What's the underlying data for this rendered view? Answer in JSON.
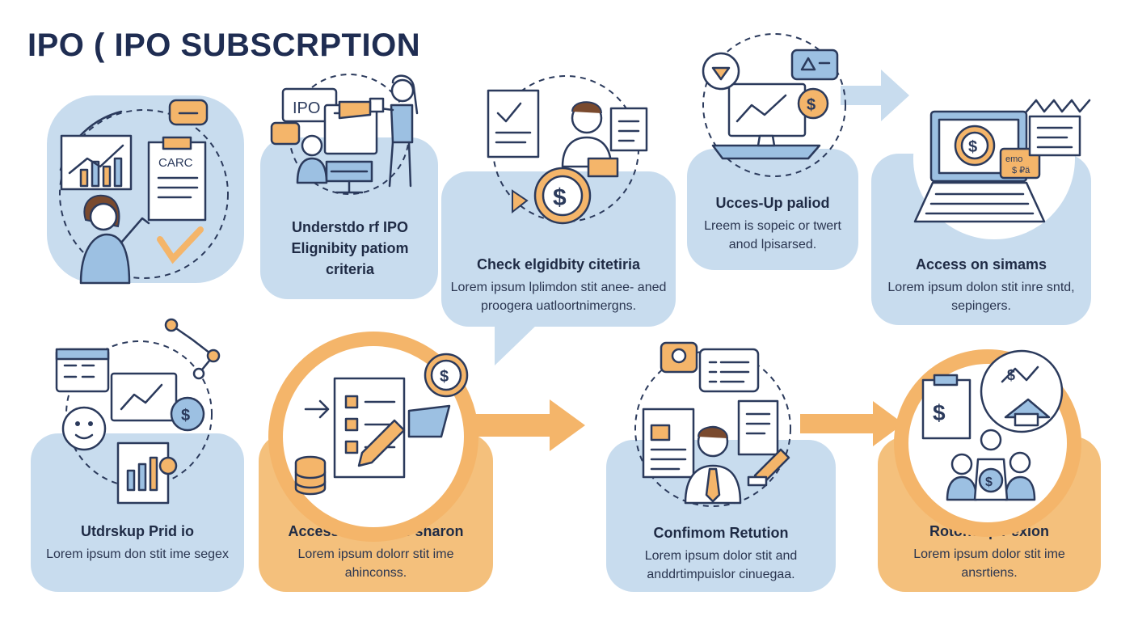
{
  "title": "IPO ( IPO SUBSCRPTION",
  "steps": [
    {
      "title": "",
      "desc": ""
    },
    {
      "title": "Understdo rf IPO Elignibity patiom criteria",
      "desc": ""
    },
    {
      "title": "Check elgidbity citetiria",
      "desc": "Lorem ipsum lplimdon stit anee- aned proogera uatloortnimergns."
    },
    {
      "title": "Ucces-Up paliod",
      "desc": "Lreem is sopeic or twert anod lpisarsed."
    },
    {
      "title": "Access on simams",
      "desc": "Lorem ipsum dolon stit inre sntd, sepingers."
    },
    {
      "title": "Utdrskup Prid io",
      "desc": "Lorem ipsum don stit ime segex"
    },
    {
      "title": "Accesscte onlline sharon",
      "desc": "Lorem ipsum dolorr stit ime ahinconss."
    },
    {
      "title": "Confimom Retution",
      "desc": "Lorem ipsum dolor stit and anddrtimpuislor cinuegaa."
    },
    {
      "title": "Rotonsup Pexion",
      "desc": "Lorem ipsum dolor stit ime ansrtiens."
    }
  ],
  "illustration_labels": {
    "clipboard": "CARC",
    "screen": "IPO",
    "note_a": "emo",
    "note_b": "$ ₽ä"
  },
  "colors": {
    "title": "#1f2d52",
    "blue_card": "#c8dcee",
    "orange_card": "#f4c07c",
    "arrow": "#f4b56a",
    "outline": "#2b3a5c"
  }
}
